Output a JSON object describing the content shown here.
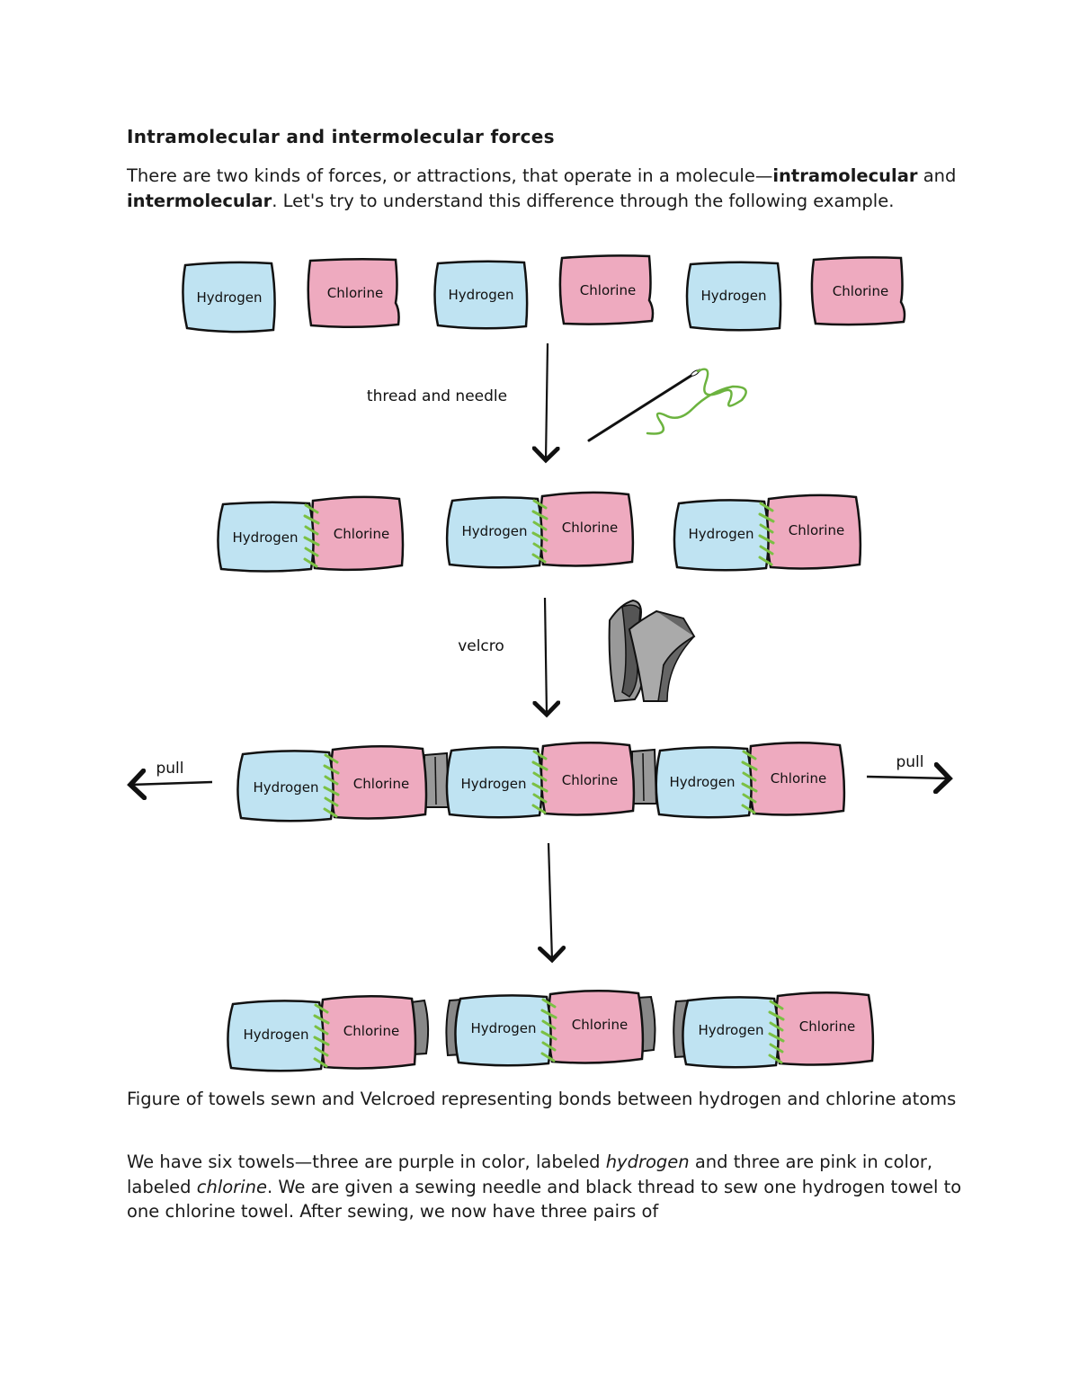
{
  "document": {
    "heading": "Intramolecular and intermolecular forces",
    "intro": {
      "text_1": "There are two kinds of forces, or attractions, that operate in a molecule—",
      "bold_1": "intramolecular",
      "text_2": " and ",
      "bold_2": "intermolecular",
      "text_3": ". Let's try to understand this difference through the following example."
    },
    "caption": "Figure of towels sewn and Velcroed representing bonds between hydrogen and chlorine atoms",
    "body": {
      "text_1": "We have six towels—three are purple in color, labeled ",
      "em_1": "hydrogen",
      "text_2": " and three are pink in color, labeled ",
      "em_2": "chlorine",
      "text_3": ". We are given a sewing needle and black thread to sew one hydrogen towel to one chlorine towel. After sewing, we now have three pairs of"
    }
  },
  "figure": {
    "hydrogen_label": "Hydrogen",
    "chlorine_label": "Chlorine",
    "thread_label": "thread and needle",
    "velcro_label": "velcro",
    "pull_left": "pull",
    "pull_right": "pull",
    "colors": {
      "hydrogen": "#bfe3f2",
      "chlorine": "#eeaabf",
      "stitch": "#7bc043",
      "velcro": "#999999",
      "outline": "#111111"
    }
  }
}
